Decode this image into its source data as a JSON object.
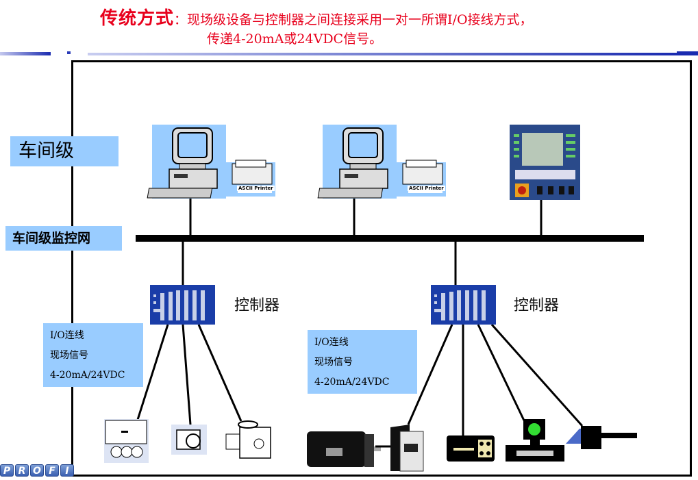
{
  "header": {
    "title_key": "传统方式",
    "title_colon": "：",
    "title_line1": "现场级设备与控制器之间连接采用一对一所谓I/O接线方式，",
    "title_line2": "传递4-20mA或24VDC信号。",
    "color": "#e8001c"
  },
  "diagram": {
    "level_label": "车间级",
    "network_label": "车间级监控网",
    "label_fill": "#99ccff",
    "workstations": [
      {
        "printer_label": "ASCII Printer"
      },
      {
        "printer_label": "ASCII Printer"
      }
    ],
    "operator_panel": {
      "name": "operator-panel"
    },
    "controllers": [
      {
        "label": "控制器",
        "io_box": [
          "I/O连线",
          "现场信号",
          "4-20mA/24VDC"
        ]
      },
      {
        "label": "控制器",
        "io_box": [
          "I/O连线",
          "现场信号",
          "4-20mA/24VDC"
        ]
      }
    ],
    "field_devices_left": [
      "valve-positioner",
      "pressure-transmitter",
      "control-valve"
    ],
    "field_devices_right": [
      "servo-motor",
      "drive-unit",
      "field-module",
      "flow-meter",
      "level-sensor"
    ]
  },
  "logo": {
    "letters": [
      "P",
      "R",
      "O",
      "F",
      "I"
    ]
  }
}
